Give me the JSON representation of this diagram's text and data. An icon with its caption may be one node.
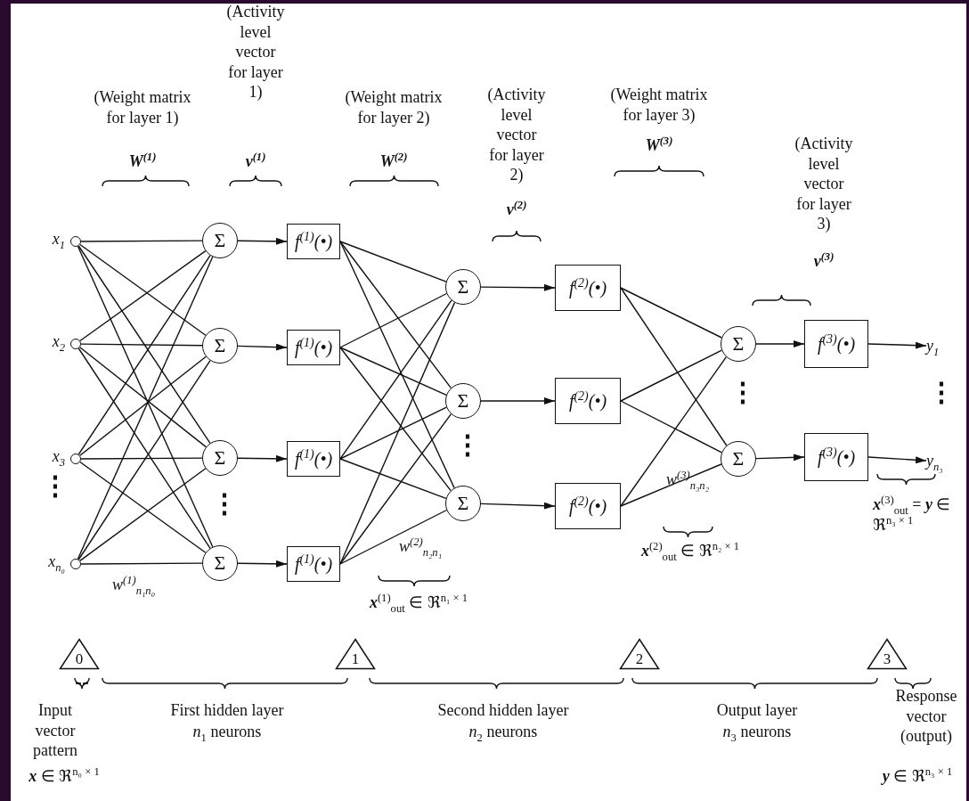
{
  "diagram": {
    "nodes": [
      {
        "text": [],
        "shape": "circle",
        "beside": [
          "x$_{1}$"
        ]
      },
      {
        "text": [],
        "shape": "circle",
        "beside": [
          "x$_{2}$"
        ]
      },
      {
        "text": [],
        "shape": "circle",
        "beside": [
          "x$_{3}$"
        ]
      },
      {
        "text": [],
        "shape": "circle",
        "beside": [
          "x$_{n₀}$"
        ]
      },
      {
        "text": [
          "Σ"
        ]
      },
      {
        "text": [
          "Σ"
        ]
      },
      {
        "text": [
          "Σ"
        ]
      },
      {
        "text": [
          "Σ"
        ]
      },
      {
        "text": [
          "f$^{(1)}$(•)"
        ]
      },
      {
        "text": [
          "f$^{(1)}$(•)"
        ]
      },
      {
        "text": [
          "f$^{(1)}$(•)"
        ]
      },
      {
        "text": [
          "f$^{(1)}$(•)"
        ]
      },
      {
        "text": [
          "Σ"
        ]
      },
      {
        "text": [
          "Σ"
        ]
      },
      {
        "text": [
          "Σ"
        ]
      },
      {
        "text": [
          "f$^{(2)}$(•)"
        ]
      },
      {
        "text": [
          "f$^{(2)}$(•)"
        ]
      },
      {
        "text": [
          "f$^{(2)}$(•)"
        ]
      },
      {
        "text": [
          "Σ"
        ]
      },
      {
        "text": [
          "Σ"
        ]
      },
      {
        "text": [
          "f$^{(3)}$(•)"
        ]
      },
      {
        "text": [
          "f$^{(3)}$(•)"
        ]
      },
      {
        "text": [
          "y$_{1}$"
        ]
      },
      {
        "text": [
          "y$_{n₃}$"
        ]
      },
      {
        "text": [
          "0"
        ]
      },
      {
        "text": [
          "1"
        ]
      },
      {
        "text": [
          "2"
        ]
      },
      {
        "text": [
          "3"
        ]
      }
    ],
    "edges": [
      {
        "from": 0,
        "to": 4,
        "arrow": "none"
      },
      {
        "from": 0,
        "to": 5,
        "arrow": "none"
      },
      {
        "from": 0,
        "to": 6,
        "arrow": "none"
      },
      {
        "from": 0,
        "to": 7,
        "arrow": "none"
      },
      {
        "from": 1,
        "to": 4,
        "arrow": "none"
      },
      {
        "from": 1,
        "to": 5,
        "arrow": "none"
      },
      {
        "from": 1,
        "to": 6,
        "arrow": "none"
      },
      {
        "from": 1,
        "to": 7,
        "arrow": "none"
      },
      {
        "from": 2,
        "to": 4,
        "arrow": "none"
      },
      {
        "from": 2,
        "to": 5,
        "arrow": "none"
      },
      {
        "from": 2,
        "to": 6,
        "arrow": "none"
      },
      {
        "from": 2,
        "to": 7,
        "arrow": "none"
      },
      {
        "from": 3,
        "to": 4,
        "arrow": "none"
      },
      {
        "from": 3,
        "to": 5,
        "arrow": "none"
      },
      {
        "from": 3,
        "to": 6,
        "arrow": "none"
      },
      {
        "from": 3,
        "to": 7,
        "arrow": "none"
      },
      {
        "from": 4,
        "to": 8,
        "arrow": "to"
      },
      {
        "from": 5,
        "to": 9,
        "arrow": "to"
      },
      {
        "from": 6,
        "to": 10,
        "arrow": "to"
      },
      {
        "from": 7,
        "to": 11,
        "arrow": "to"
      },
      {
        "from": 8,
        "to": 12,
        "arrow": "none"
      },
      {
        "from": 8,
        "to": 13,
        "arrow": "none"
      },
      {
        "from": 8,
        "to": 14,
        "arrow": "none"
      },
      {
        "from": 9,
        "to": 12,
        "arrow": "none"
      },
      {
        "from": 9,
        "to": 13,
        "arrow": "none"
      },
      {
        "from": 9,
        "to": 14,
        "arrow": "none"
      },
      {
        "from": 10,
        "to": 12,
        "arrow": "none"
      },
      {
        "from": 10,
        "to": 13,
        "arrow": "none"
      },
      {
        "from": 10,
        "to": 14,
        "arrow": "none"
      },
      {
        "from": 11,
        "to": 12,
        "arrow": "none"
      },
      {
        "from": 11,
        "to": 13,
        "arrow": "none"
      },
      {
        "from": 11,
        "to": 14,
        "arrow": "none"
      },
      {
        "from": 12,
        "to": 15,
        "arrow": "to"
      },
      {
        "from": 13,
        "to": 16,
        "arrow": "to"
      },
      {
        "from": 14,
        "to": 17,
        "arrow": "to"
      },
      {
        "from": 15,
        "to": 18,
        "arrow": "none"
      },
      {
        "from": 15,
        "to": 19,
        "arrow": "none"
      },
      {
        "from": 16,
        "to": 18,
        "arrow": "none"
      },
      {
        "from": 16,
        "to": 19,
        "arrow": "none"
      },
      {
        "from": 17,
        "to": 18,
        "arrow": "none"
      },
      {
        "from": 17,
        "to": 19,
        "arrow": "none"
      },
      {
        "from": 18,
        "to": 20,
        "arrow": "to"
      },
      {
        "from": 19,
        "to": 21,
        "arrow": "to"
      },
      {
        "from": 20,
        "to": 22,
        "arrow": "to"
      },
      {
        "from": 21,
        "to": 23,
        "arrow": "to"
      }
    ],
    "labels": [
      "(Weight matrix for layer 1)",
      "W$^{(1)}$",
      "(Activity level vector for layer 1)",
      "v$^{(1)}$",
      "(Weight matrix for layer 2)",
      "W$^{(2)}$",
      "(Activity level vector for layer 2)",
      "v$^{(2)}$",
      "(Weight matrix for layer 3)",
      "W$^{(3)}$",
      "(Activity level vector for layer 3)",
      "v$^{(3)}$",
      "⋮",
      "⋮",
      "⋮",
      "⋮",
      "⋮",
      "w$^{(1)}$$_{n₁n₀}$",
      "w$^{(2)}$$_{n₂n₁}$",
      "**x**$^{(1)}$$_{out}$ ∈ ℜ$^{n₁ × 1}$",
      "w$^{(3)}$$_{n₃n₂}$",
      "**x**$^{(2)}$$_{out}$ ∈ ℜ$^{n₂ × 1}$",
      "**x**$^{(3)}$$_{out}$ = **y** ∈ ℜ$^{n₃ × 1}$",
      "Input vector pattern",
      "**x** ∈ ℜ$^{n₀ × 1}$",
      "First hidden layer",
      "*n*$_{1}$ neurons",
      "Second hidden layer",
      "*n*$_{2}$ neurons",
      "Output layer",
      "*n*$_{3}$ neurons",
      "Response vector (output)",
      "**y** ∈ ℜ$^{n₃ × 1}$"
    ]
  }
}
